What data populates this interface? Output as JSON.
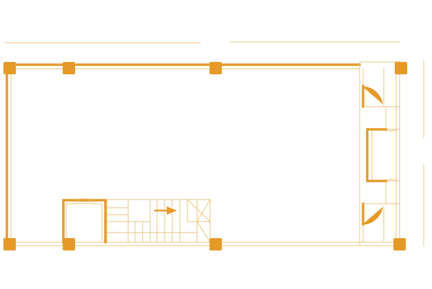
{
  "drawing": {
    "line_color": "#E59A28",
    "thin_line_color": "#EBC27C",
    "background": "#FFFFFF",
    "column_count": 8,
    "door_count": 2,
    "staircase": {
      "direction": "right",
      "arrow_icon": "arrow-right-icon"
    }
  }
}
